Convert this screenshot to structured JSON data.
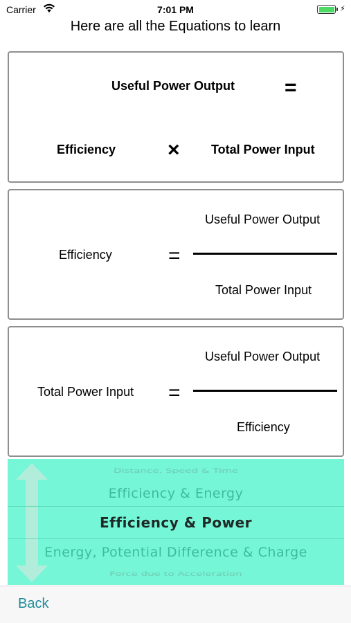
{
  "status_bar": {
    "carrier": "Carrier",
    "time": "7:01 PM",
    "wifi_icon": "wifi-icon",
    "battery_icon": "battery-icon",
    "battery_color": "#4cd964",
    "charging_icon": "charging-bolt-icon"
  },
  "header": {
    "title": "Here are all the Equations to learn"
  },
  "equations": [
    {
      "top_term": "Useful Power Output",
      "equals": "=",
      "left_factor": "Efficiency",
      "times": "×",
      "right_factor": "Total Power Input"
    },
    {
      "subject": "Efficiency",
      "equals": "=",
      "numerator": "Useful Power Output",
      "denominator": "Total Power Input"
    },
    {
      "subject": "Total Power Input",
      "equals": "=",
      "numerator": "Useful Power Output",
      "denominator": "Efficiency"
    }
  ],
  "topic_picker": {
    "background_color": "#75f7d7",
    "items": [
      "Distance, Speed & Time",
      "Efficiency & Energy",
      "Efficiency & Power",
      "Energy, Potential Difference & Charge",
      "Force due to Acceleration"
    ],
    "selected": "Efficiency & Power",
    "scroll_icon": "up-down-arrow-icon"
  },
  "bottom_bar": {
    "back_label": "Back",
    "accent_color": "#1f8a99"
  }
}
